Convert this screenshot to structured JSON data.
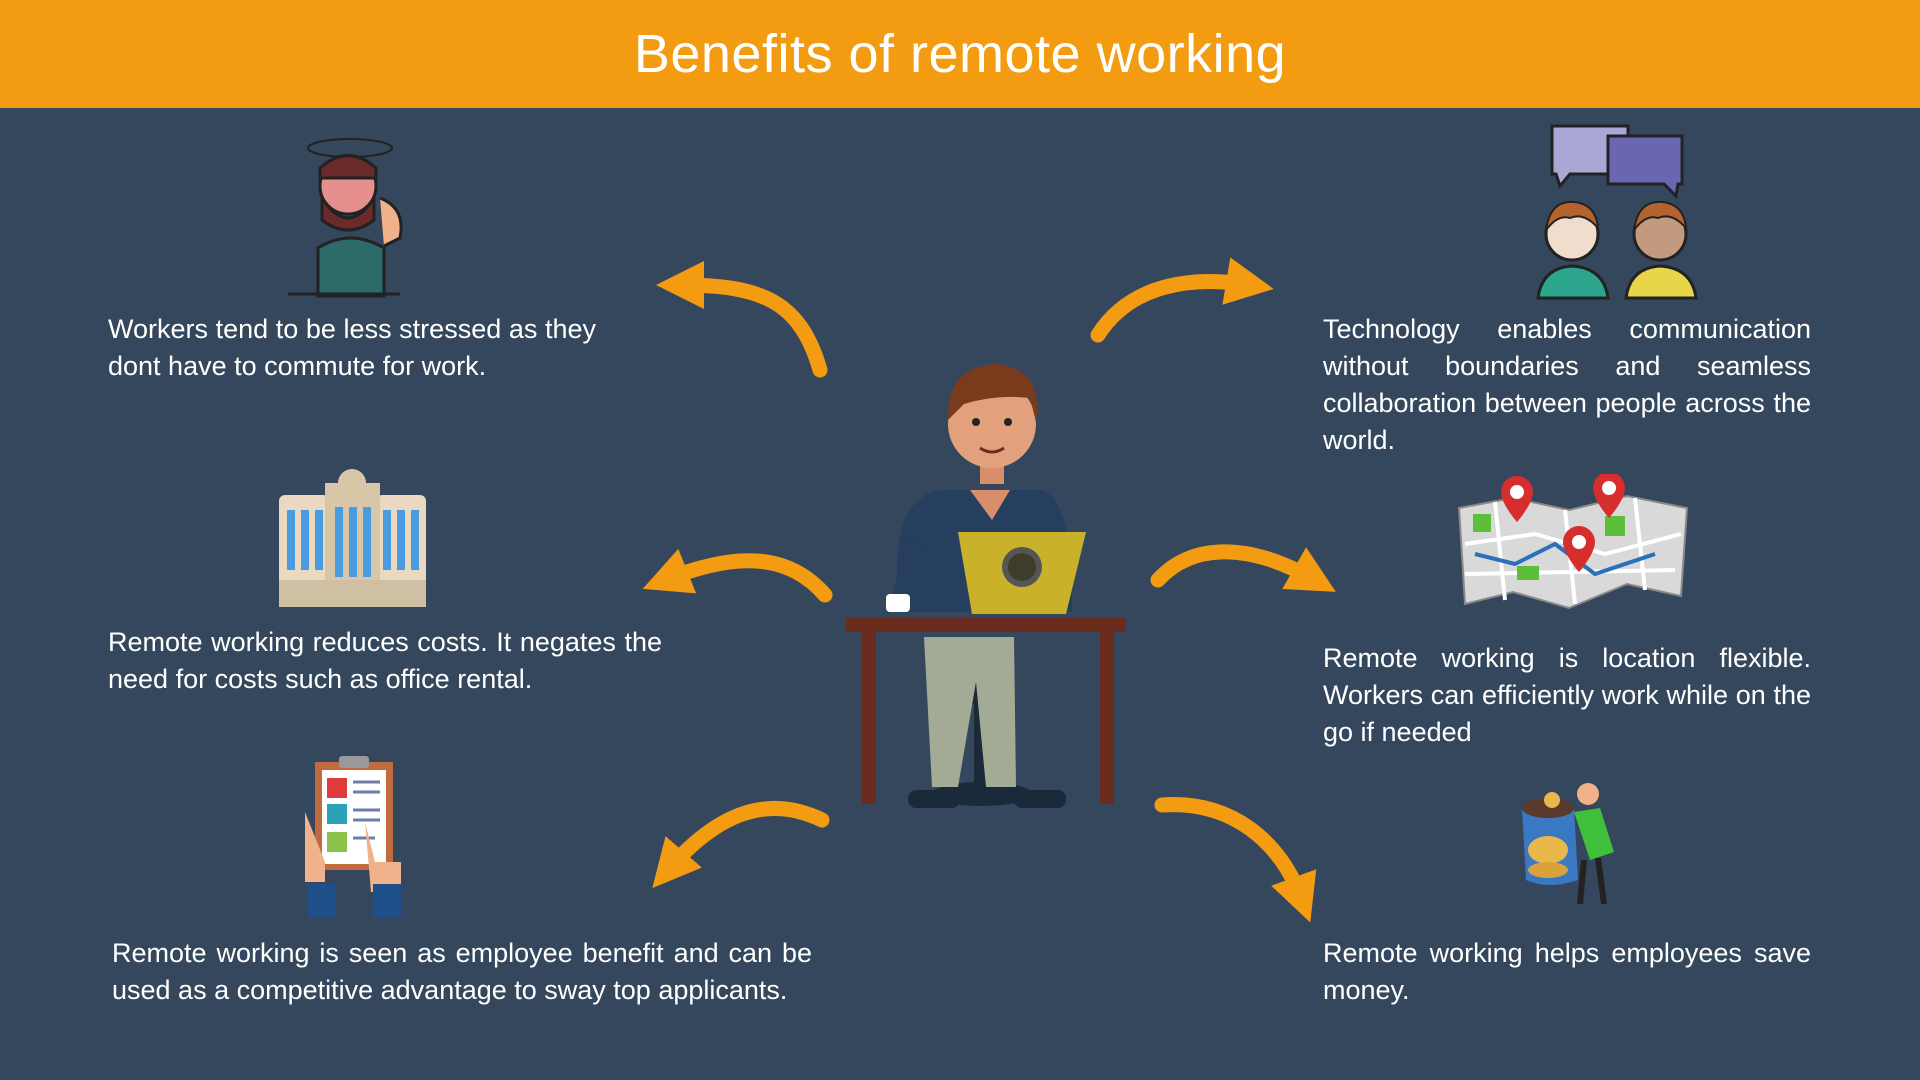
{
  "header": {
    "title": "Benefits of remote working"
  },
  "colors": {
    "header_bg": "#f39c12",
    "background": "#35475c",
    "arrow": "#f39c12",
    "text": "#ffffff"
  },
  "benefits": [
    {
      "text": "Workers tend to be less stressed as they dont have to commute for work.",
      "icon": "stressed-man-icon"
    },
    {
      "text": "Remote working reduces costs. It negates the need for costs such as office rental.",
      "icon": "office-building-icon"
    },
    {
      "text": "Remote working is seen as employee benefit and can be used as a competitive advantage to sway top applicants.",
      "icon": "resume-clipboard-icon"
    },
    {
      "text": "Technology enables communication without boundaries and seamless collaboration between people across the world.",
      "icon": "people-chat-icon"
    },
    {
      "text": "Remote working is location flexible. Workers can efficiently work while on the go if needed",
      "icon": "map-pins-icon"
    },
    {
      "text": "Remote working helps employees save money.",
      "icon": "savings-jar-icon"
    }
  ],
  "center": {
    "icon": "remote-worker-laptop-icon"
  }
}
